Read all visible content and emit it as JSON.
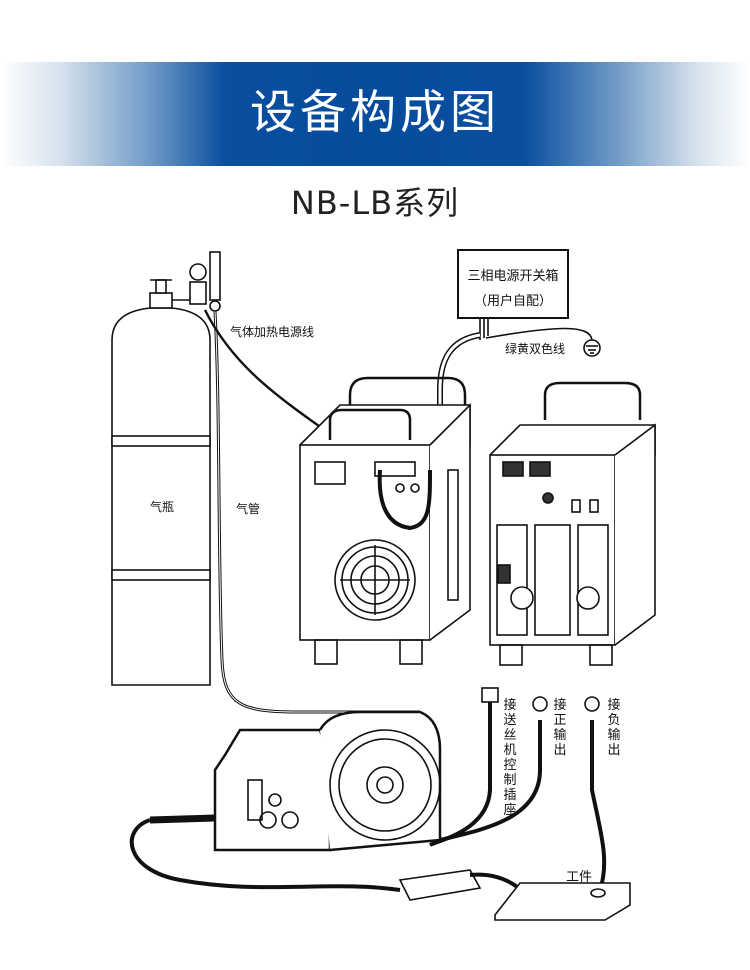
{
  "header": {
    "title": "设备构成图",
    "subtitle": "NB-LB系列",
    "banner_color": "#064c9c"
  },
  "diagram": {
    "power_box": {
      "line1": "三相电源开关箱",
      "line2": "（用户自配）"
    },
    "labels": {
      "ground_wire": "绿黄双色线",
      "gas_heater_cable": "气体加热电源线",
      "gas_cylinder": "气瓶",
      "gas_hose": "气管",
      "feeder_socket": "接送丝机控制插座",
      "positive_output": "接正输出",
      "negative_output": "接负输出",
      "workpiece": "工件"
    }
  }
}
